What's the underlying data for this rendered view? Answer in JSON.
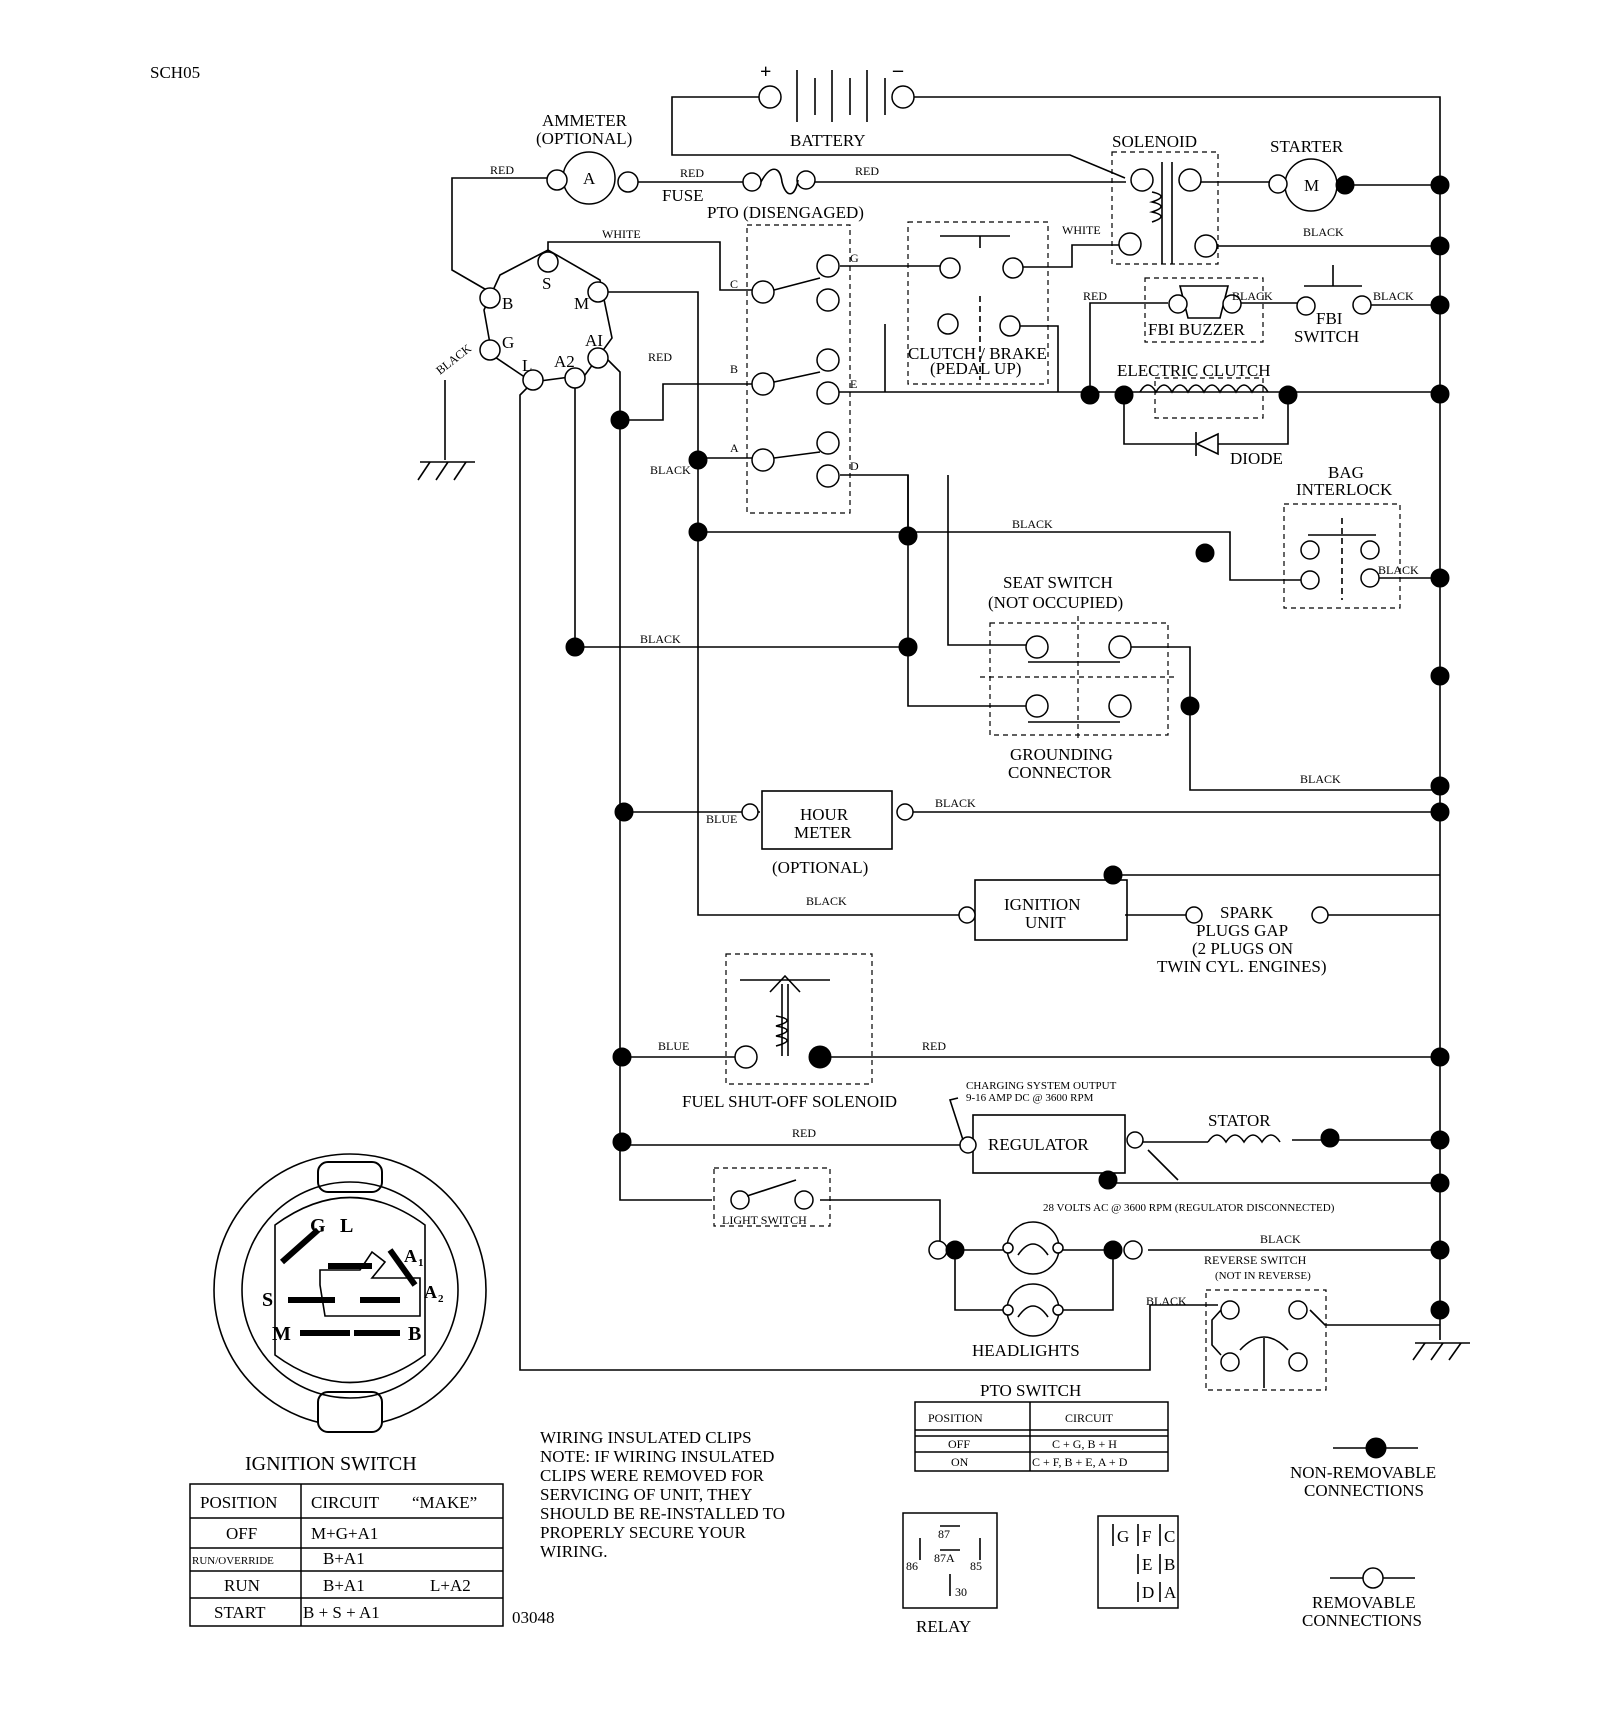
{
  "page_code": "SCH05",
  "doc_number": "03048",
  "components": {
    "battery": "BATTERY",
    "battery_plus": "+",
    "battery_minus": "–",
    "ammeter": [
      "AMMETER",
      "(OPTIONAL)"
    ],
    "ammeter_letter": "A",
    "solenoid": "SOLENOID",
    "starter": "STARTER",
    "starter_letter": "M",
    "fuse": "FUSE",
    "pto": "PTO (DISENGAGED)",
    "clutch_brake": [
      "CLUTCH / BRAKE",
      "(PEDAL UP)"
    ],
    "fbi_buzzer": "FBI BUZZER",
    "fbi_switch": [
      "FBI",
      "SWITCH"
    ],
    "electric_clutch": "ELECTRIC CLUTCH",
    "diode": "DIODE",
    "bag_interlock": [
      "BAG",
      "INTERLOCK"
    ],
    "seat_switch": [
      "SEAT SWITCH",
      "(NOT OCCUPIED)"
    ],
    "grounding_connector": [
      "GROUNDING",
      "CONNECTOR"
    ],
    "hour_meter": [
      "HOUR",
      "METER"
    ],
    "hour_meter_optional": "(OPTIONAL)",
    "ignition_unit": [
      "IGNITION",
      "UNIT"
    ],
    "spark_plugs": [
      "SPARK",
      "PLUGS GAP",
      "(2 PLUGS ON",
      "TWIN CYL. ENGINES)"
    ],
    "fuel_solenoid": "FUEL SHUT-OFF SOLENOID",
    "charging_output": [
      "CHARGING SYSTEM OUTPUT",
      "9-16 AMP DC @ 3600 RPM"
    ],
    "regulator": "REGULATOR",
    "stator": "STATOR",
    "volts_note": "28 VOLTS AC @ 3600 RPM (REGULATOR DISCONNECTED)",
    "light_switch": "LIGHT SWITCH",
    "headlights": "HEADLIGHTS",
    "reverse_switch": [
      "REVERSE SWITCH",
      "(NOT IN REVERSE)"
    ],
    "relay": "RELAY",
    "relay_pins": [
      "87",
      "87A",
      "86",
      "85",
      "30"
    ],
    "ignition_switch_title": "IGNITION SWITCH"
  },
  "terminals": {
    "ignition": [
      "B",
      "S",
      "M",
      "G",
      "L",
      "A2",
      "AI"
    ],
    "pto": [
      "C",
      "B",
      "A",
      "G",
      "E",
      "D"
    ],
    "switch_face": [
      "G",
      "L",
      "A",
      "1",
      "S",
      "A",
      "2",
      "M",
      "B"
    ],
    "connector": [
      "G",
      "F",
      "C",
      "E",
      "B",
      "D",
      "A"
    ]
  },
  "wire_colors": {
    "red": "RED",
    "white": "WHITE",
    "black": "BLACK",
    "blue": "BLUE"
  },
  "ignition_table": {
    "headers": [
      "POSITION",
      "CIRCUIT",
      "“MAKE”"
    ],
    "rows": [
      {
        "position": "OFF",
        "circuit": "M+G+A1",
        "make": ""
      },
      {
        "position": "RUN/OVERRIDE",
        "circuit": "B+A1",
        "make": ""
      },
      {
        "position": "RUN",
        "circuit": "B+A1",
        "make": "L+A2"
      },
      {
        "position": "START",
        "circuit": "B + S + A1",
        "make": ""
      }
    ]
  },
  "pto_table": {
    "title": "PTO SWITCH",
    "headers": [
      "POSITION",
      "CIRCUIT"
    ],
    "rows": [
      {
        "position": "OFF",
        "circuit": "C + G, B + H"
      },
      {
        "position": "ON",
        "circuit": "C + F, B + E, A + D"
      }
    ]
  },
  "note": [
    "WIRING INSULATED CLIPS",
    "NOTE:  IF WIRING INSULATED",
    "CLIPS WERE REMOVED FOR",
    "SERVICING OF UNIT, THEY",
    "SHOULD BE RE-INSTALLED TO",
    "PROPERLY SECURE YOUR",
    "WIRING."
  ],
  "legend": {
    "non_removable": [
      "NON-REMOVABLE",
      "CONNECTIONS"
    ],
    "removable": [
      "REMOVABLE",
      "CONNECTIONS"
    ]
  }
}
